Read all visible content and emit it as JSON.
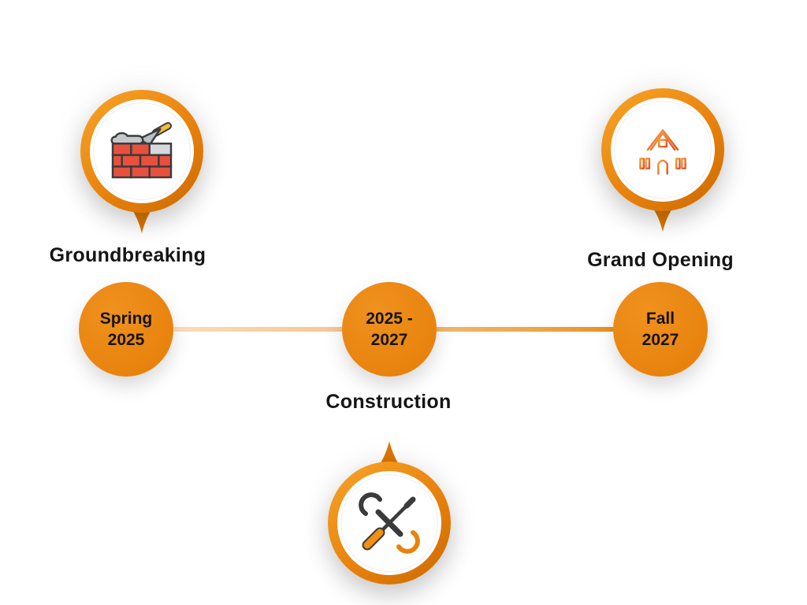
{
  "accent": "#E8820D",
  "accent_dark": "#CE6C02",
  "line_gradient_start": "#FBE3C4",
  "line_gradient_end": "#E8820D",
  "text_color": "#151515",
  "timeline": {
    "milestones": [
      {
        "id": "groundbreaking",
        "title": "Groundbreaking",
        "date_line1": "Spring",
        "date_line2": "2025",
        "icon": "brick-wall-icon"
      },
      {
        "id": "construction",
        "title": "Construction",
        "date_line1": "2025 -",
        "date_line2": "2027",
        "icon": "tools-icon"
      },
      {
        "id": "grand-opening",
        "title": "Grand Opening",
        "date_line1": "Fall",
        "date_line2": "2027",
        "icon": "house-icon"
      }
    ]
  }
}
